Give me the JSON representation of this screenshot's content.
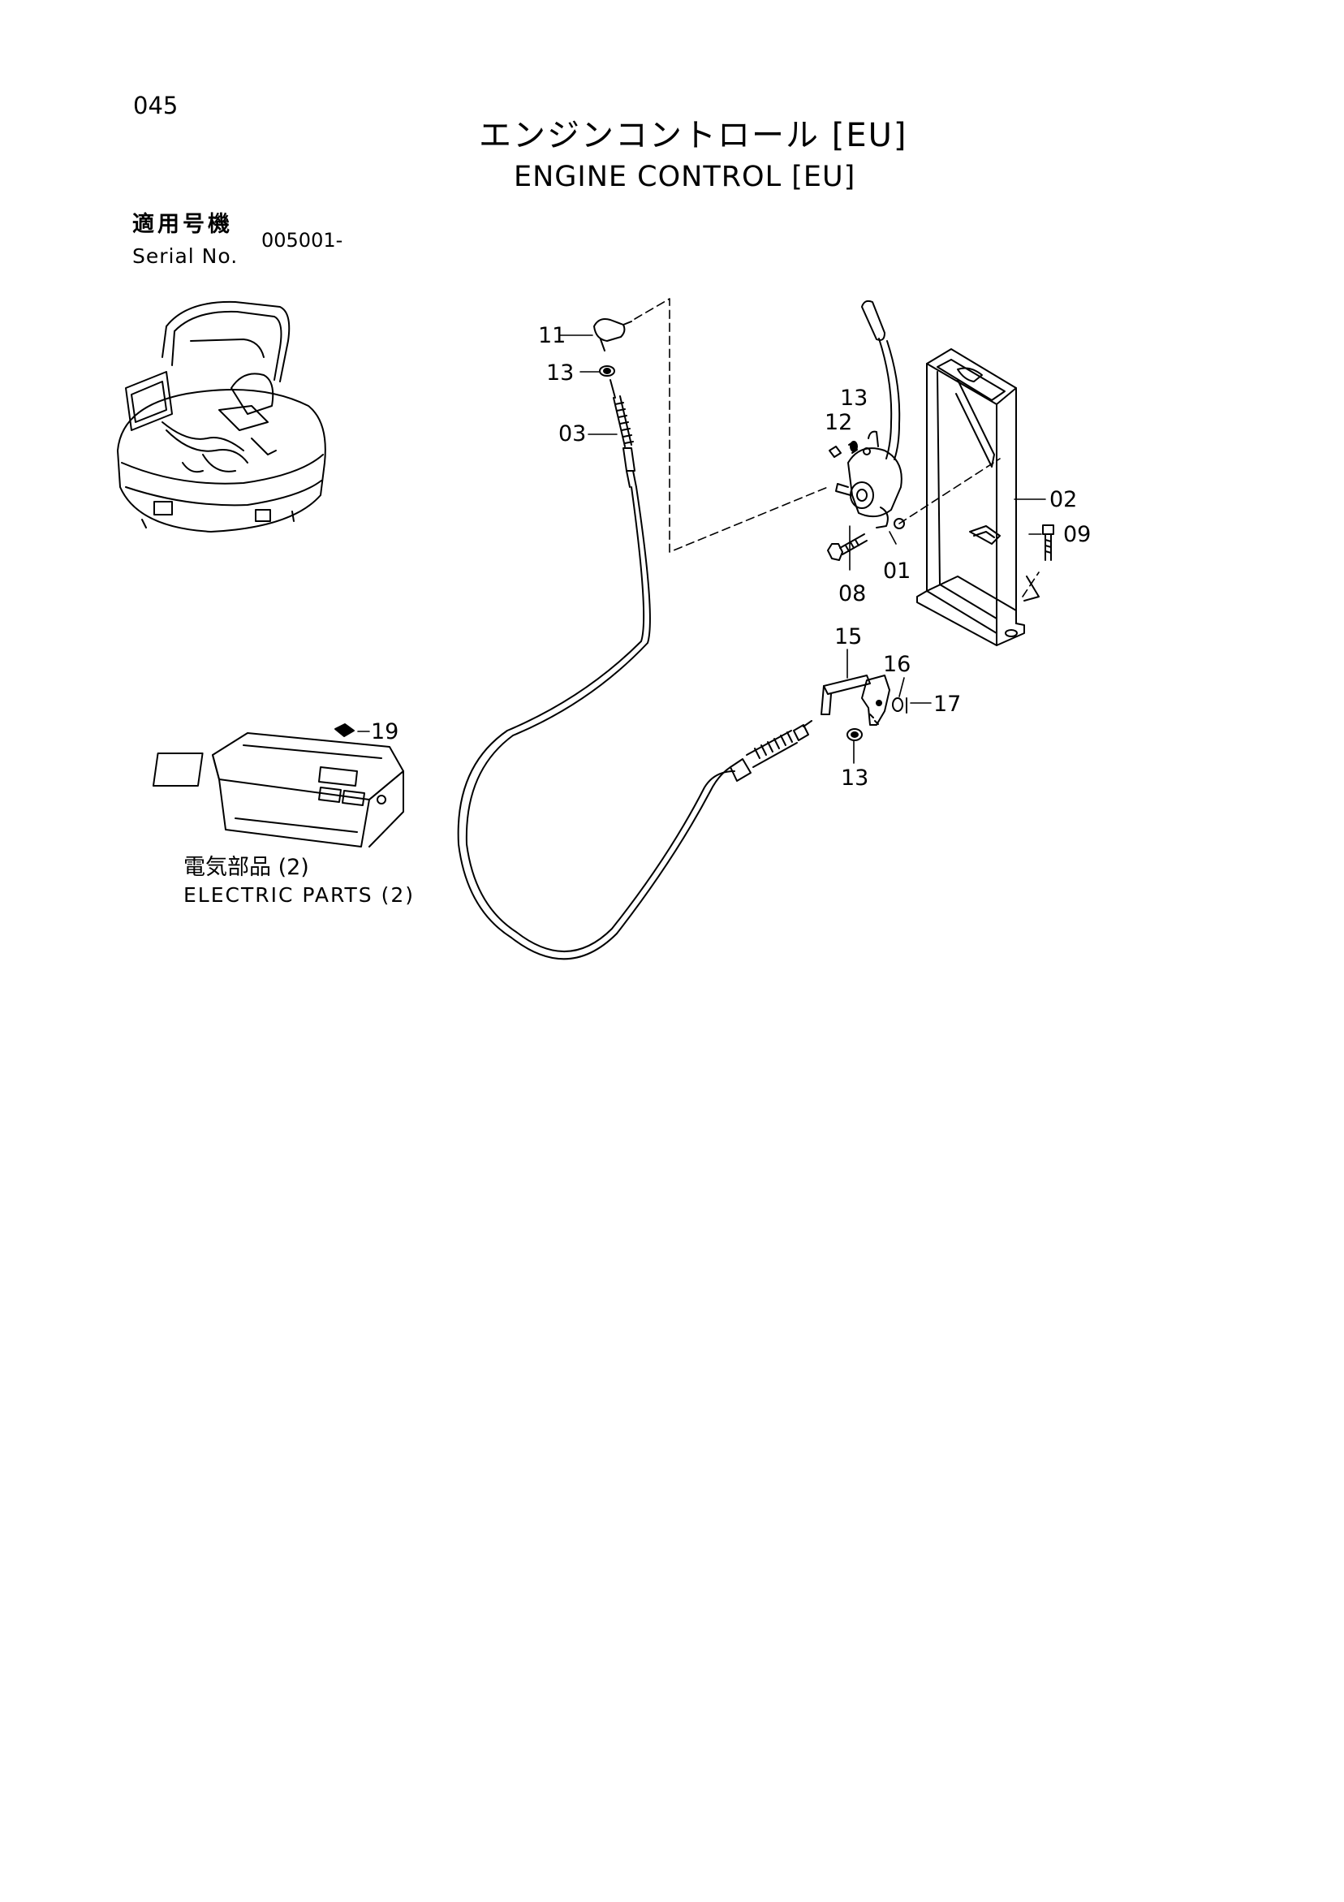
{
  "page_number": "045",
  "title_ja": "エンジンコントロール [EU]",
  "title_en": "ENGINE CONTROL [EU]",
  "serial": {
    "label_ja": "適用号機",
    "label_en": "Serial No.",
    "value": "005001-"
  },
  "electric_parts": {
    "label_ja": "電気部品 (2)",
    "label_en": "ELECTRIC PARTS (2)"
  },
  "part_labels": [
    "11",
    "13",
    "03",
    "13",
    "12",
    "02",
    "09",
    "08",
    "01",
    "15",
    "16",
    "17",
    "13",
    "19"
  ]
}
